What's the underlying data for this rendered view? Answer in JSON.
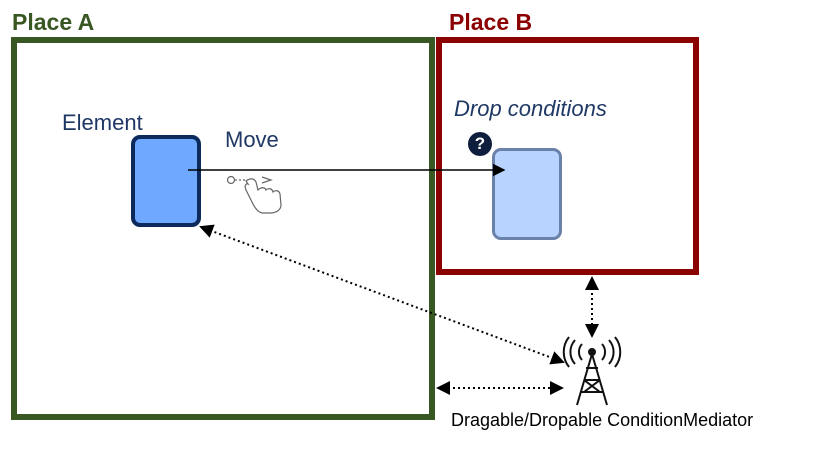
{
  "place_a": {
    "label": "Place A",
    "color": "#385723"
  },
  "place_b": {
    "label": "Place B",
    "color": "#8b0000"
  },
  "element": {
    "label": "Element",
    "fill": "#6fa8ff",
    "border": "#0d2a5c"
  },
  "move": {
    "label": "Move",
    "icon": "swipe-hand-icon"
  },
  "drop_conditions": {
    "label": "Drop conditions",
    "help_icon": "question-circle-icon",
    "help_glyph": "?",
    "target_fill": "#b8d3ff"
  },
  "mediator": {
    "label": "Dragable/Dropable ConditionMediator",
    "icon": "broadcast-tower-icon"
  },
  "text_color": "#1f3864"
}
